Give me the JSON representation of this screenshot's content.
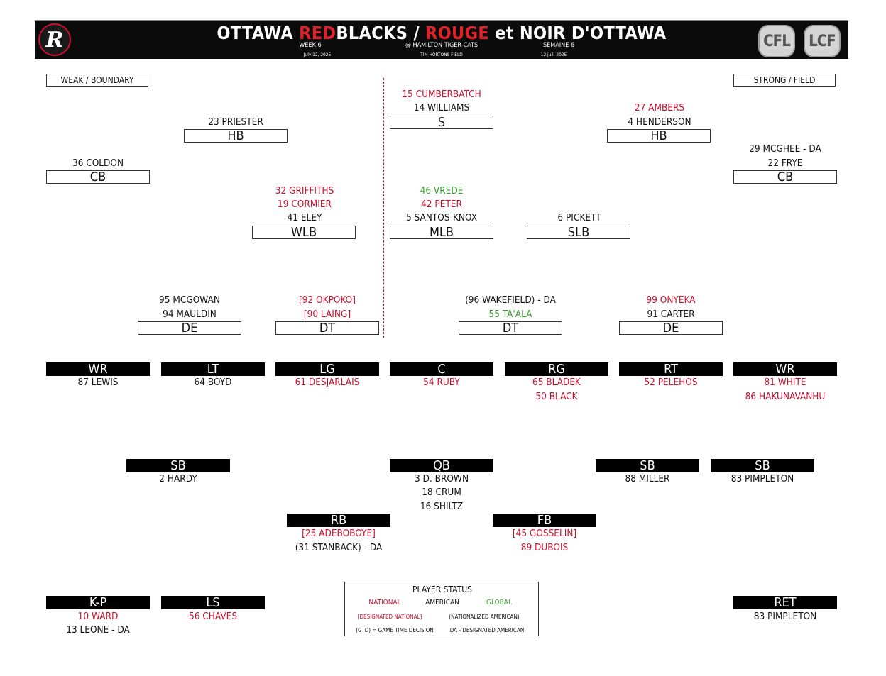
{
  "header": {
    "title": {
      "part1": "OTTAWA ",
      "part2": "RED",
      "part3": "BLACKS / ",
      "part4": "ROUGE",
      "part5": " et NOIR D'OTTAWA"
    },
    "logo_letter": "R",
    "week": "WEEK 6",
    "date_en": "July 12, 2025",
    "opponent": "@ HAMILTON TIGER-CATS",
    "venue": "TIM HORTONS FIELD",
    "semaine": "SEMAINE 6",
    "date_fr": "12 juil. 2025",
    "badge_left": "CFL",
    "badge_right": "LCF"
  },
  "corners": {
    "weak": "WEAK / BOUNDARY",
    "strong": "STRONG / FIELD"
  },
  "defense": {
    "s": {
      "label": "S",
      "players": [
        {
          "name": "15 CUMBERBATCH",
          "type": "nat"
        },
        {
          "name": "14 WILLIAMS",
          "type": "amer"
        }
      ]
    },
    "hb_left": {
      "label": "HB",
      "players": [
        {
          "name": "23 PRIESTER",
          "type": "amer"
        }
      ]
    },
    "hb_right": {
      "label": "HB",
      "players": [
        {
          "name": "27 AMBERS",
          "type": "nat"
        },
        {
          "name": "4 HENDERSON",
          "type": "amer"
        }
      ]
    },
    "cb_left": {
      "label": "CB",
      "players": [
        {
          "name": "36 COLDON",
          "type": "amer"
        }
      ]
    },
    "cb_right": {
      "label": "CB",
      "players": [
        {
          "name": "29 MCGHEE - DA",
          "type": "amer"
        },
        {
          "name": "22 FRYE",
          "type": "amer"
        }
      ]
    },
    "wlb": {
      "label": "WLB",
      "players": [
        {
          "name": "32 GRIFFITHS",
          "type": "nat"
        },
        {
          "name": "19 CORMIER",
          "type": "nat"
        },
        {
          "name": "41 ELEY",
          "type": "amer"
        }
      ]
    },
    "mlb": {
      "label": "MLB",
      "players": [
        {
          "name": "46 VREDE",
          "type": "glob"
        },
        {
          "name": "42 PETER",
          "type": "nat"
        },
        {
          "name": "5 SANTOS-KNOX",
          "type": "amer"
        }
      ]
    },
    "slb": {
      "label": "SLB",
      "players": [
        {
          "name": "6 PICKETT",
          "type": "amer"
        }
      ]
    },
    "de_left": {
      "label": "DE",
      "players": [
        {
          "name": "95 MCGOWAN",
          "type": "amer"
        },
        {
          "name": "94 MAULDIN",
          "type": "amer"
        }
      ]
    },
    "dt_left": {
      "label": "DT",
      "players": [
        {
          "name": "[92 OKPOKO]",
          "type": "nat"
        },
        {
          "name": "[90 LAING]",
          "type": "nat"
        }
      ]
    },
    "dt_right": {
      "label": "DT",
      "players": [
        {
          "name": "(96 WAKEFIELD) - DA",
          "type": "amer"
        },
        {
          "name": "55 TA'ALA",
          "type": "glob"
        }
      ]
    },
    "de_right": {
      "label": "DE",
      "players": [
        {
          "name": "99 ONYEKA",
          "type": "nat"
        },
        {
          "name": "91 CARTER",
          "type": "amer"
        }
      ]
    }
  },
  "offense": {
    "wr_left": {
      "label": "WR",
      "players": [
        {
          "name": "87 LEWIS",
          "type": "amer"
        }
      ]
    },
    "lt": {
      "label": "LT",
      "players": [
        {
          "name": "64 BOYD",
          "type": "amer"
        }
      ]
    },
    "lg": {
      "label": "LG",
      "players": [
        {
          "name": "61 DESJARLAIS",
          "type": "nat"
        }
      ]
    },
    "c": {
      "label": "C",
      "players": [
        {
          "name": "54 RUBY",
          "type": "nat"
        }
      ]
    },
    "rg": {
      "label": "RG",
      "players": [
        {
          "name": "65 BLADEK",
          "type": "nat"
        },
        {
          "name": "50 BLACK",
          "type": "nat"
        }
      ]
    },
    "rt": {
      "label": "RT",
      "players": [
        {
          "name": "52 PELEHOS",
          "type": "nat"
        }
      ]
    },
    "wr_right": {
      "label": "WR",
      "players": [
        {
          "name": "81 WHITE",
          "type": "nat"
        },
        {
          "name": "86 HAKUNAVANHU",
          "type": "nat"
        }
      ]
    },
    "sb_left": {
      "label": "SB",
      "players": [
        {
          "name": "2 HARDY",
          "type": "amer"
        }
      ]
    },
    "qb": {
      "label": "QB",
      "players": [
        {
          "name": "3 D. BROWN",
          "type": "amer"
        },
        {
          "name": "18 CRUM",
          "type": "amer"
        },
        {
          "name": "16 SHILTZ",
          "type": "amer"
        }
      ]
    },
    "sb_mid": {
      "label": "SB",
      "players": [
        {
          "name": "88 MILLER",
          "type": "amer"
        }
      ]
    },
    "sb_right": {
      "label": "SB",
      "players": [
        {
          "name": "83 PIMPLETON",
          "type": "amer"
        }
      ]
    },
    "rb": {
      "label": "RB",
      "players": [
        {
          "name": "[25 ADEBOBOYE]",
          "type": "nat"
        },
        {
          "name": "(31 STANBACK) - DA",
          "type": "amer"
        }
      ]
    },
    "fb": {
      "label": "FB",
      "players": [
        {
          "name": "[45 GOSSELIN]",
          "type": "nat"
        },
        {
          "name": "89 DUBOIS",
          "type": "nat"
        }
      ]
    }
  },
  "special": {
    "kp": {
      "label": "K-P",
      "players": [
        {
          "name": "10 WARD",
          "type": "nat"
        },
        {
          "name": "13 LEONE - DA",
          "type": "amer"
        }
      ]
    },
    "ls": {
      "label": "LS",
      "players": [
        {
          "name": "56 CHAVES",
          "type": "nat"
        }
      ]
    },
    "ret": {
      "label": "RET",
      "players": [
        {
          "name": "83 PIMPLETON",
          "type": "amer"
        }
      ]
    }
  },
  "legend": {
    "title": "PLAYER STATUS",
    "national": "NATIONAL",
    "american": "AMERICAN",
    "global": "GLOBAL",
    "designated_national": "[DESIGNATED NATIONAL]",
    "nationalized_american": "(NATIONALIZED AMERICAN)",
    "gtd": "(GTD) = GAME TIME DECISION",
    "da": "DA - DESIGNATED AMERICAN"
  },
  "colors": {
    "national": "#c8102e",
    "global": "#3a9a2f",
    "american": "#111111",
    "header_bg": "#0b0b0b"
  }
}
